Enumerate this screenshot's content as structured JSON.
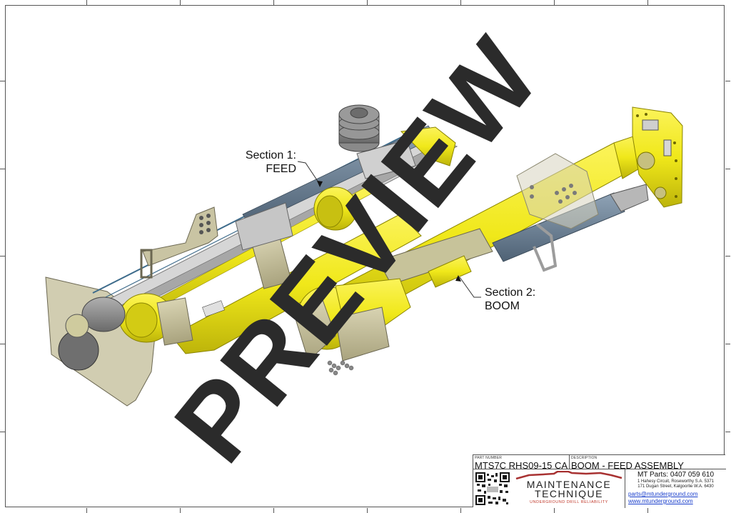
{
  "drawing": {
    "title": "BOOM - FEED ASSEMBLY",
    "callouts": [
      {
        "line1": "Section 1:",
        "line2": "FEED"
      },
      {
        "line1": "Section 2:",
        "line2": "BOOM"
      }
    ],
    "watermark": "PREVIEW",
    "colors": {
      "yellow": "#f0e81a",
      "yellow_shade": "#c9c00c",
      "olive_plate": "#c9c4a3",
      "steel_blue": "#6a7f94",
      "grey": "#8e8e8e",
      "light_grey": "#cfcfcf",
      "watermark": "#2b2b2b"
    }
  },
  "title_block": {
    "part_number_label": "PART NUMBER",
    "part_number": "MTS7C RHS09-15 CA",
    "description_label": "DESCRIPTION",
    "description": "BOOM - FEED ASSEMBLY",
    "logo": {
      "line1": "MAINTENANCE",
      "line2": "TECHNIQUE",
      "tagline": "UNDERGROUND DRILL RELIABILITY"
    },
    "contact": {
      "phone": "MT Parts: 0407 059 610",
      "address1": "1 Hahesy Circuit, Roseworthy S.A. 5371",
      "address2": "171 Dugan Street, Kalgoorlie W.A. 6430",
      "email": "parts@mtunderground.com",
      "website": "www.mtunderground.com"
    }
  }
}
